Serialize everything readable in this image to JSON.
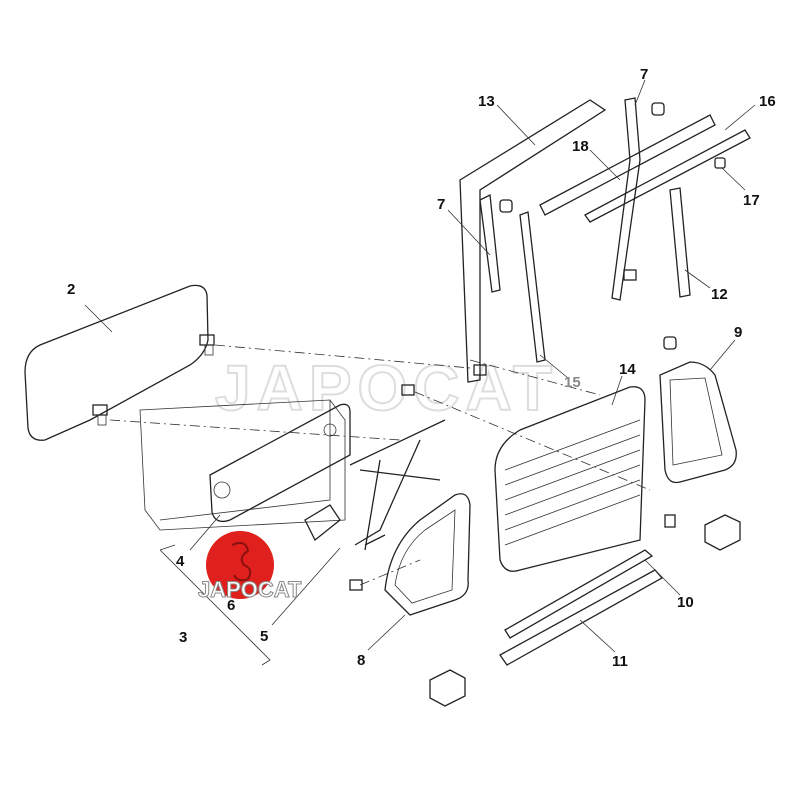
{
  "watermark": "JAPOCAT",
  "logo": {
    "text": "JAPOCAT",
    "color": "#e0201c"
  },
  "callouts": {
    "c2": "2",
    "c3": "3",
    "c4": "4",
    "c5": "5",
    "c6": "6",
    "c7a": "7",
    "c7b": "7",
    "c8": "8",
    "c9": "9",
    "c10": "10",
    "c11": "11",
    "c12": "12",
    "c13": "13",
    "c14": "14",
    "c15": "15",
    "c16": "16",
    "c17": "17",
    "c18": "18"
  }
}
